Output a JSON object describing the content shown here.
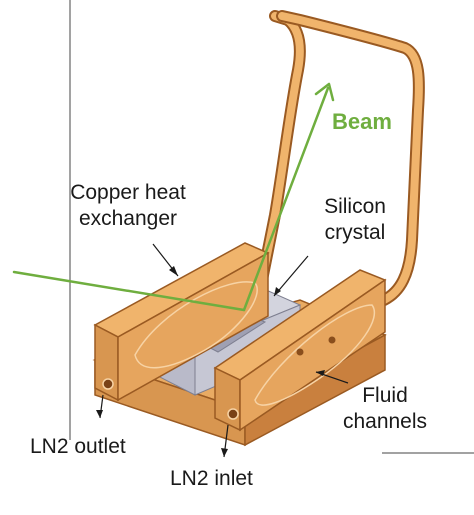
{
  "labels": {
    "beam": "Beam",
    "copper_line1": "Copper heat",
    "copper_line2": "exchanger",
    "silicon_line1": "Silicon",
    "silicon_line2": "crystal",
    "fluid_line1": "Fluid",
    "fluid_line2": "channels",
    "ln2_outlet": "LN2 outlet",
    "ln2_inlet": "LN2 inlet"
  },
  "colors": {
    "copper_light": "#f0b46c",
    "copper_mid": "#e0a05a",
    "copper_dark": "#c9803e",
    "copper_edge": "#9a5a22",
    "crystal": "#c9cad6",
    "crystal_dark": "#a9aabb",
    "beam": "#6fae3f",
    "text": "#1a1a1a"
  }
}
